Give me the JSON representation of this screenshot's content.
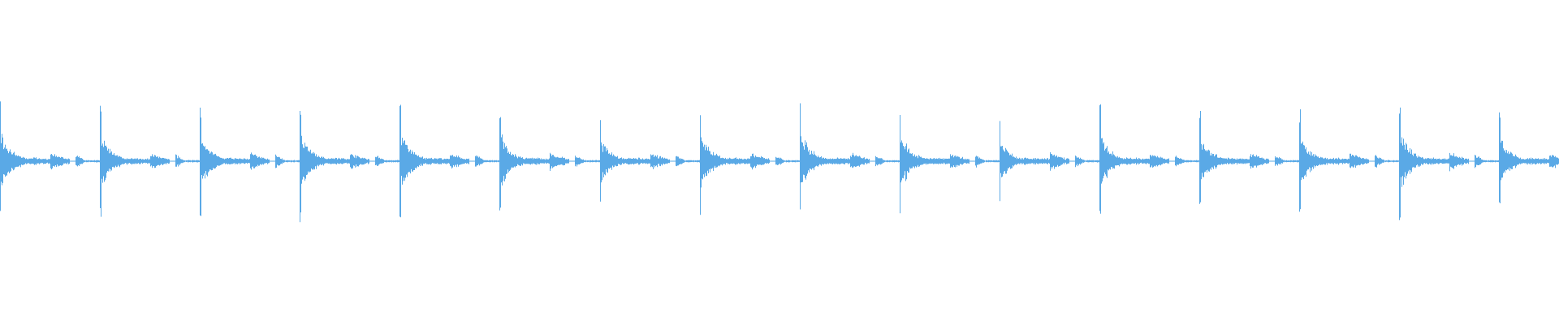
{
  "waveform": {
    "color": "#5aa9e6",
    "background": "#ffffff",
    "hit_count": 16,
    "hit_peaks": [
      0.95,
      0.87,
      0.86,
      0.94,
      0.93,
      0.85,
      0.68,
      0.87,
      0.92,
      0.89,
      0.62,
      0.88,
      0.85,
      0.8,
      0.91,
      0.76
    ]
  }
}
